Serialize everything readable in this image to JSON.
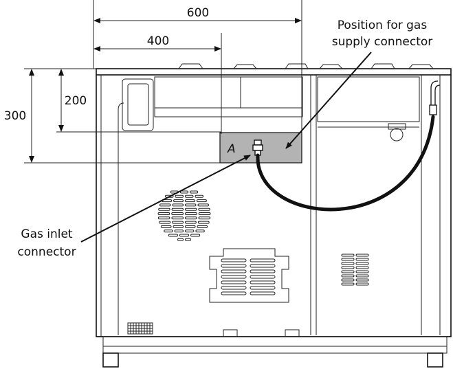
{
  "dimensions": {
    "horizontal": [
      "600",
      "400"
    ],
    "vertical": [
      "300",
      "200"
    ]
  },
  "labels": {
    "zone": "A",
    "gas_supply_position": [
      "Position for gas",
      "supply connector"
    ],
    "gas_inlet": [
      "Gas inlet",
      "connector"
    ]
  },
  "colors": {
    "zone_fill": "#b3b3b3",
    "line": "#111111",
    "hose": "#111111"
  }
}
